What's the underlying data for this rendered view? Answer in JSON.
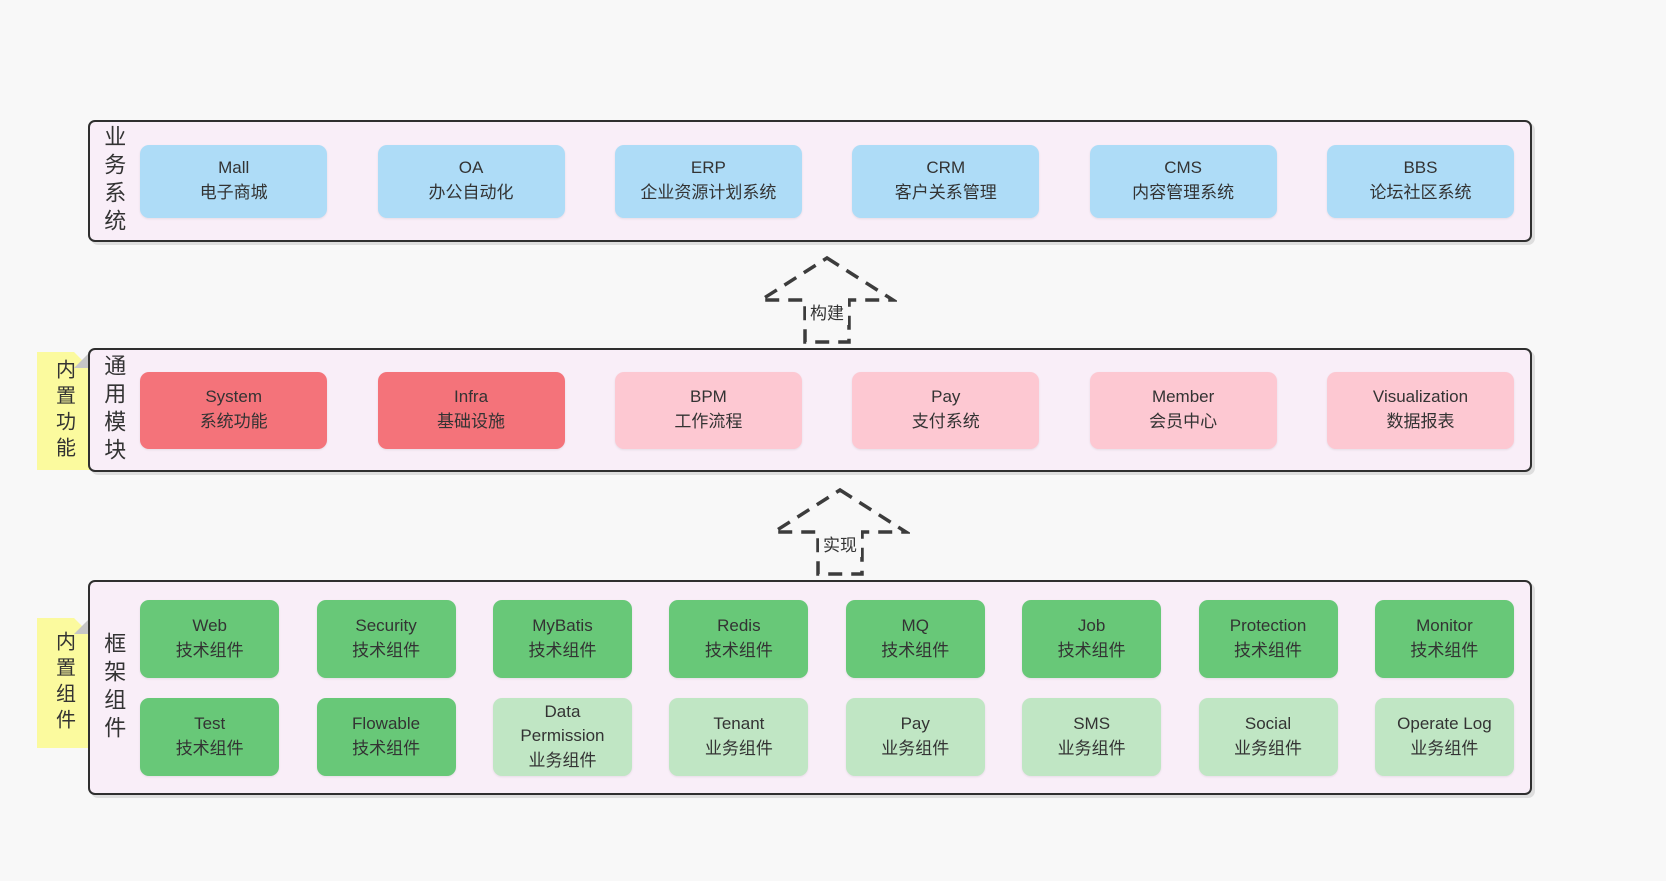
{
  "diagram": {
    "background": "#f8f8f8",
    "panel_background": "#f9eef8",
    "colors": {
      "blue": "#aedcf7",
      "red": "#f4737a",
      "pink": "#fdc8d2",
      "green": "#68c878",
      "light_green": "#c0e6c4",
      "sticky_yellow": "#fbfa9e",
      "border": "#2f2f2f",
      "text": "#333333"
    },
    "arrows": [
      {
        "label": "构建"
      },
      {
        "label": "实现"
      }
    ],
    "panels": [
      {
        "label": "业务系统",
        "boxes": [
          {
            "en": "Mall",
            "zh": "电子商城"
          },
          {
            "en": "OA",
            "zh": "办公自动化"
          },
          {
            "en": "ERP",
            "zh": "企业资源计划系统"
          },
          {
            "en": "CRM",
            "zh": "客户关系管理"
          },
          {
            "en": "CMS",
            "zh": "内容管理系统"
          },
          {
            "en": "BBS",
            "zh": "论坛社区系统"
          }
        ]
      },
      {
        "label": "通用模块",
        "sticky": "内置功能",
        "boxes": [
          {
            "en": "System",
            "zh": "系统功能"
          },
          {
            "en": "Infra",
            "zh": "基础设施"
          },
          {
            "en": "BPM",
            "zh": "工作流程"
          },
          {
            "en": "Pay",
            "zh": "支付系统"
          },
          {
            "en": "Member",
            "zh": "会员中心"
          },
          {
            "en": "Visualization",
            "zh": "数据报表"
          }
        ]
      },
      {
        "label": "框架组件",
        "sticky": "内置组件",
        "rows": [
          {
            "boxes": [
              {
                "en": "Web",
                "zh": "技术组件"
              },
              {
                "en": "Security",
                "zh": "技术组件"
              },
              {
                "en": "MyBatis",
                "zh": "技术组件"
              },
              {
                "en": "Redis",
                "zh": "技术组件"
              },
              {
                "en": "MQ",
                "zh": "技术组件"
              },
              {
                "en": "Job",
                "zh": "技术组件"
              },
              {
                "en": "Protection",
                "zh": "技术组件"
              },
              {
                "en": "Monitor",
                "zh": "技术组件"
              }
            ]
          },
          {
            "boxes": [
              {
                "en": "Test",
                "zh": "技术组件"
              },
              {
                "en": "Flowable",
                "zh": "技术组件"
              },
              {
                "en": "Data Permission",
                "zh": "业务组件"
              },
              {
                "en": "Tenant",
                "zh": "业务组件"
              },
              {
                "en": "Pay",
                "zh": "业务组件"
              },
              {
                "en": "SMS",
                "zh": "业务组件"
              },
              {
                "en": "Social",
                "zh": "业务组件"
              },
              {
                "en": "Operate Log",
                "zh": "业务组件"
              }
            ]
          }
        ]
      }
    ]
  }
}
